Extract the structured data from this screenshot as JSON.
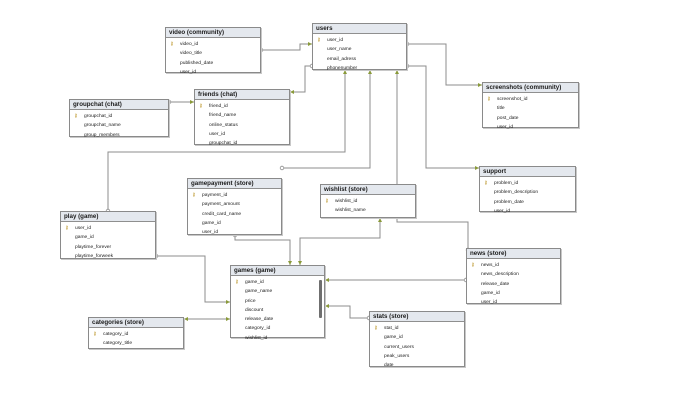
{
  "tables": {
    "video": {
      "title": "video (community)",
      "fields": [
        "video_id",
        "video_title",
        "published_date",
        "user_id"
      ]
    },
    "users": {
      "title": "users",
      "fields": [
        "user_id",
        "user_name",
        "email_adress",
        "phonenumber"
      ]
    },
    "screenshots": {
      "title": "screenshots (community)",
      "fields": [
        "screenshot_id",
        "title",
        "post_date",
        "user_id"
      ]
    },
    "groupchat": {
      "title": "groupchat (chat)",
      "fields": [
        "groupchat_id",
        "groupchat_name",
        "group_members"
      ]
    },
    "friends": {
      "title": "friends (chat)",
      "fields": [
        "friend_id",
        "friend_name",
        "online_status",
        "user_id",
        "groupchat_id"
      ]
    },
    "support": {
      "title": "support",
      "fields": [
        "problem_id",
        "problem_description",
        "problem_date",
        "user_id"
      ]
    },
    "gamepayment": {
      "title": "gamepayment (store)",
      "fields": [
        "payment_id",
        "payment_amount",
        "credit_card_name",
        "game_id",
        "user_id"
      ]
    },
    "wishlist": {
      "title": "wishlist (store)",
      "fields": [
        "wishlist_id",
        "wishlist_name"
      ]
    },
    "play": {
      "title": "play (game)",
      "fields": [
        "user_id",
        "game_id",
        "playtime_forever",
        "playtime_forweek"
      ]
    },
    "news": {
      "title": "news (store)",
      "fields": [
        "news_id",
        "news_description",
        "release_date",
        "game_id",
        "user_id"
      ]
    },
    "games": {
      "title": "games (game)",
      "fields": [
        "game_id",
        "game_name",
        "price",
        "discount",
        "release_date",
        "category_id",
        "wishlist_id"
      ]
    },
    "categories": {
      "title": "categories (store)",
      "fields": [
        "category_id",
        "category_title"
      ]
    },
    "stats": {
      "title": "stats (store)",
      "fields": [
        "stat_id",
        "game_id",
        "current_users",
        "peak_users",
        "date"
      ]
    }
  },
  "colors": {
    "title_bg": "#e4e8ee",
    "border": "#8a8a8a",
    "link": "#8c8c8c",
    "key": "#b58a12"
  },
  "icons": {
    "primary_key": "key-icon"
  }
}
